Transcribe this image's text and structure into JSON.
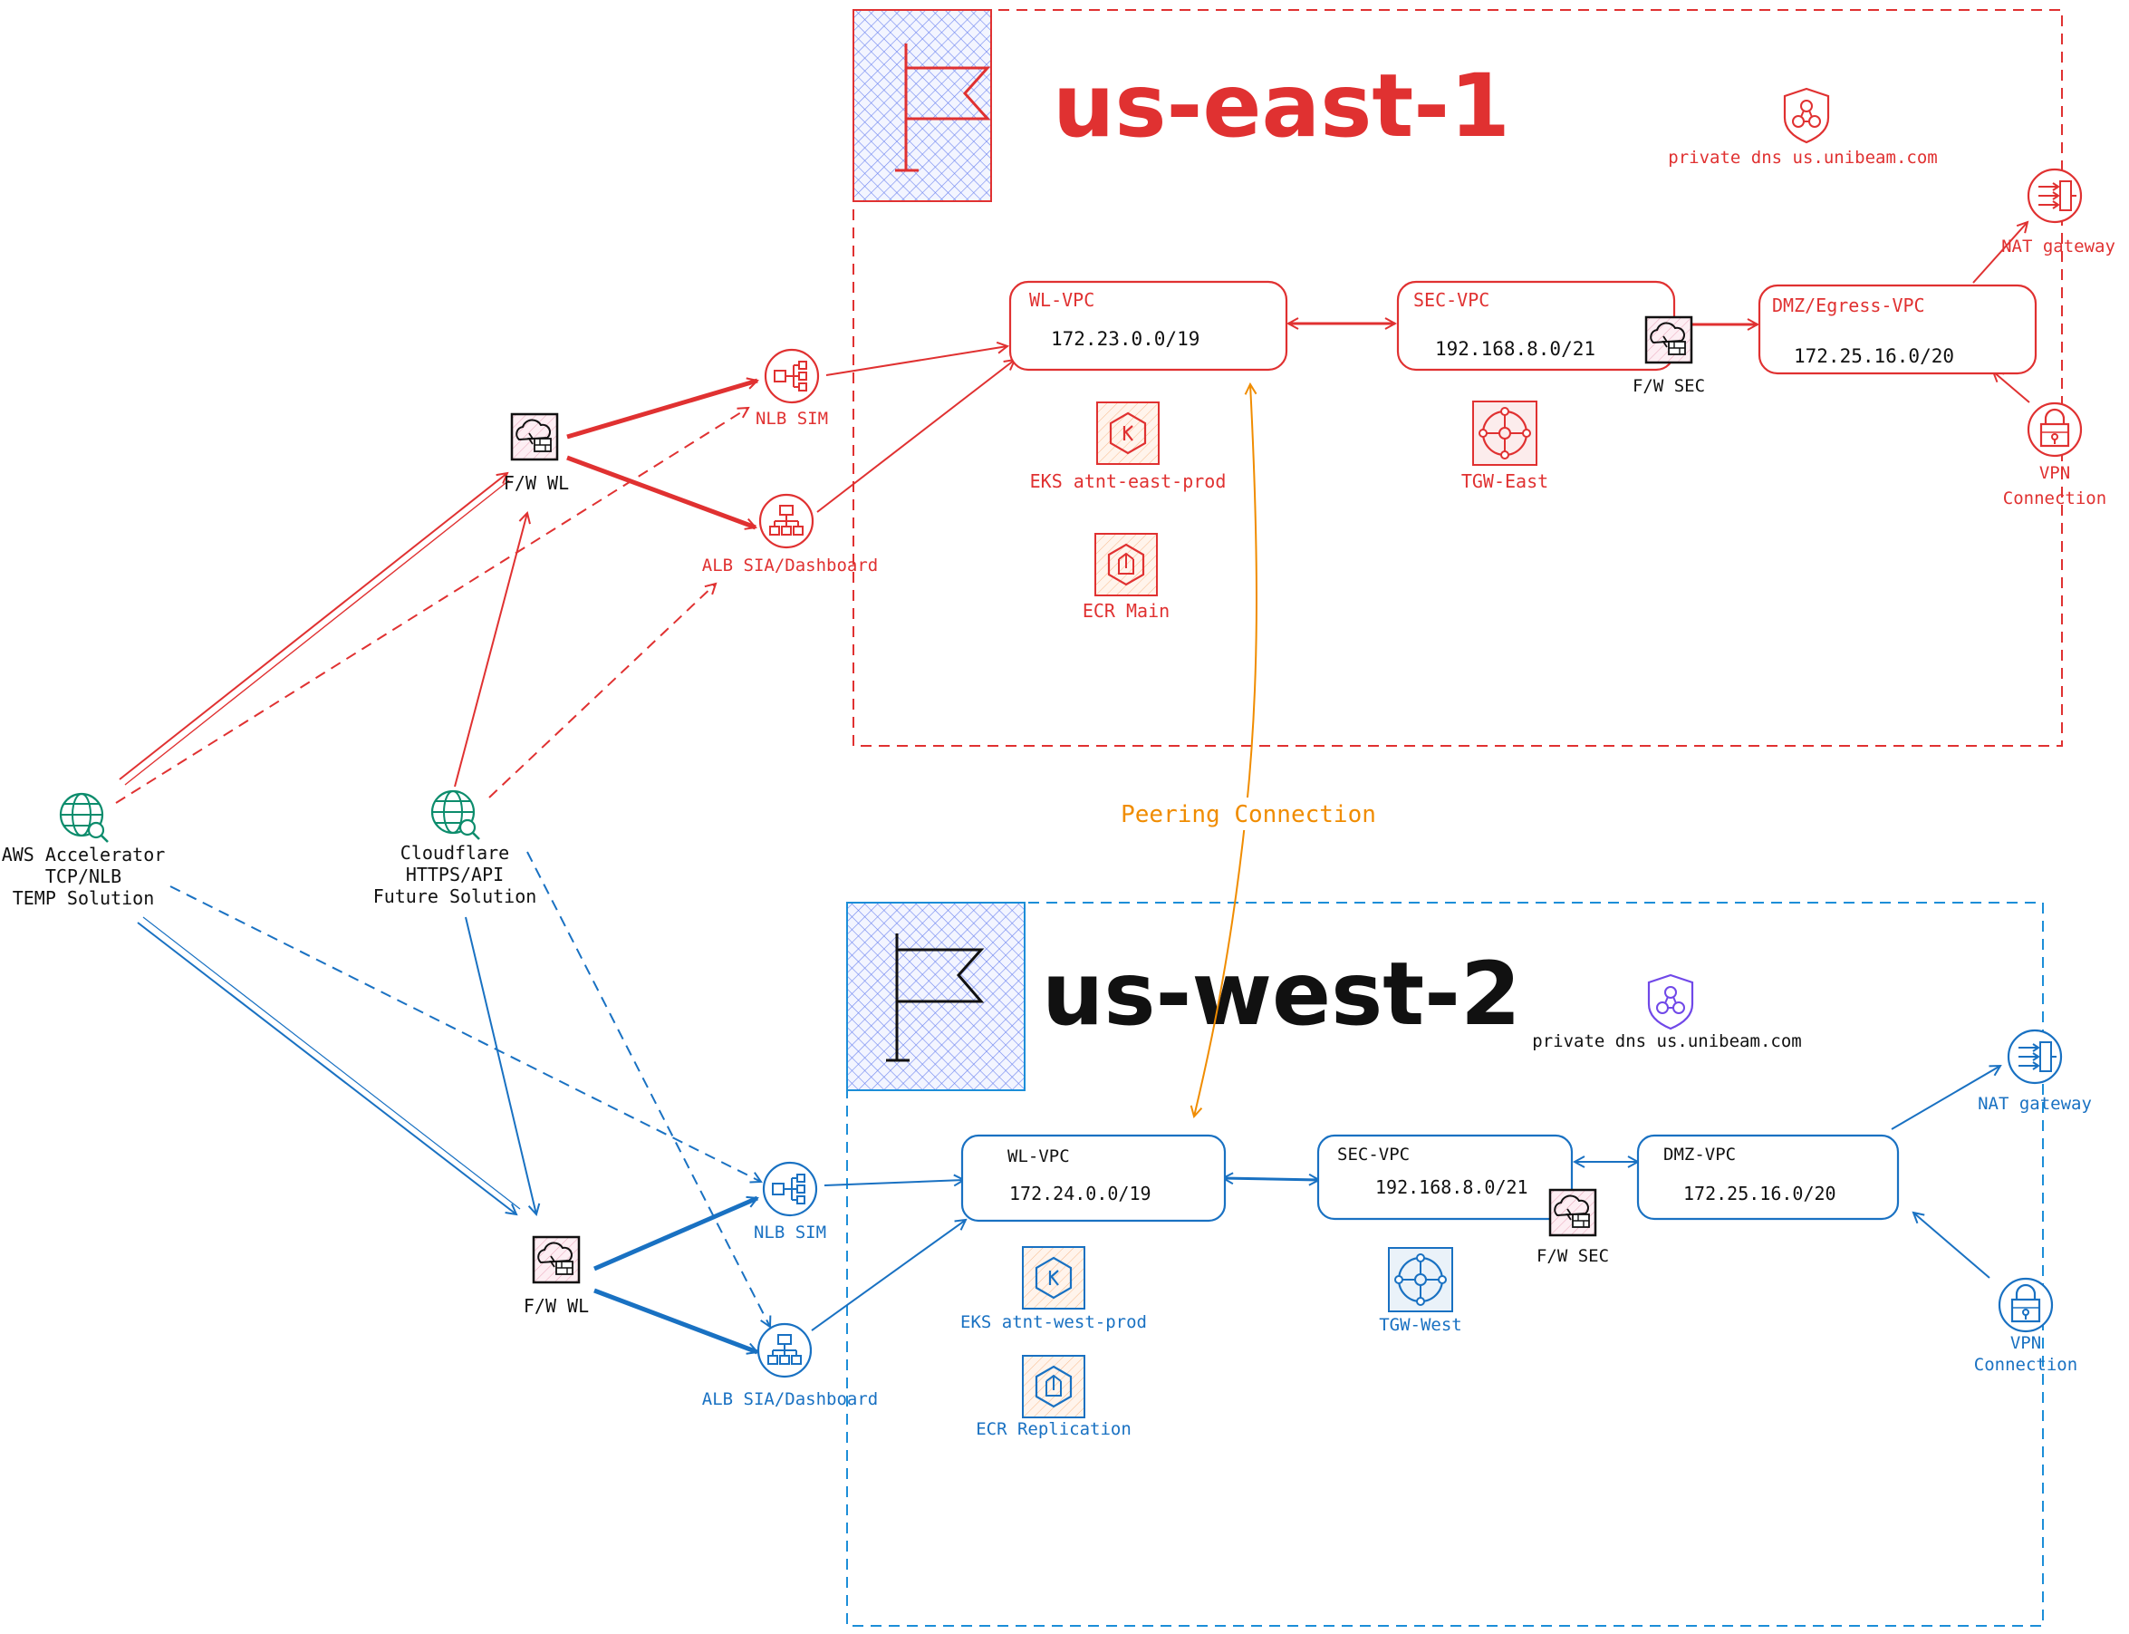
{
  "colors": {
    "east": "#e03131",
    "west": "#1971c2",
    "peering": "#f08c00",
    "teal": "#0c8c6c",
    "violet": "#7048e8",
    "fw_fill": "#fce4ec",
    "hatch": "#4c6ef5"
  },
  "regions": {
    "east": {
      "title": "us-east-1",
      "dns_label": "private dns us.unibeam.com",
      "wl_vpc": {
        "name": "WL-VPC",
        "cidr": "172.23.0.0/19"
      },
      "sec_vpc": {
        "name": "SEC-VPC",
        "cidr": "192.168.8.0/21"
      },
      "dmz_vpc": {
        "name": "DMZ/Egress-VPC",
        "cidr": "172.25.16.0/20"
      },
      "fw_sec": "F/W SEC",
      "eks": "EKS atnt-east-prod",
      "ecr": "ECR Main",
      "tgw": "TGW-East",
      "nat": "NAT gateway",
      "vpn_line1": "VPN",
      "vpn_line2": "Connection",
      "nlb": "NLB SIM",
      "alb": "ALB SIA/Dashboard",
      "fw_wl": "F/W WL"
    },
    "west": {
      "title": "us-west-2",
      "dns_label": "private dns us.unibeam.com",
      "wl_vpc": {
        "name": "WL-VPC",
        "cidr": "172.24.0.0/19"
      },
      "sec_vpc": {
        "name": "SEC-VPC",
        "cidr": "192.168.8.0/21"
      },
      "dmz_vpc": {
        "name": "DMZ-VPC",
        "cidr": "172.25.16.0/20"
      },
      "fw_sec": "F/W SEC",
      "eks": "EKS atnt-west-prod",
      "ecr": "ECR Replication",
      "tgw": "TGW-West",
      "nat": "NAT gateway",
      "vpn_line1": "VPN",
      "vpn_line2": "Connection",
      "nlb": "NLB SIM",
      "alb": "ALB SIA/Dashboard",
      "fw_wl": "F/W WL"
    }
  },
  "peering": "Peering Connection",
  "sources": {
    "aws": [
      "AWS Accelerator",
      "TCP/NLB",
      "TEMP Solution"
    ],
    "cloudflare": [
      "Cloudflare",
      "HTTPS/API",
      "Future Solution"
    ]
  },
  "icons": {
    "flag": "flag-icon",
    "dns": "route53-shield-icon",
    "globe": "globe-search-icon",
    "firewall": "firewall-cloud-icon",
    "nlb": "network-load-balancer-icon",
    "alb": "application-load-balancer-icon",
    "eks": "eks-icon",
    "ecr": "ecr-icon",
    "tgw": "transit-gateway-icon",
    "nat": "nat-gateway-icon",
    "vpn": "vpn-lock-icon"
  }
}
